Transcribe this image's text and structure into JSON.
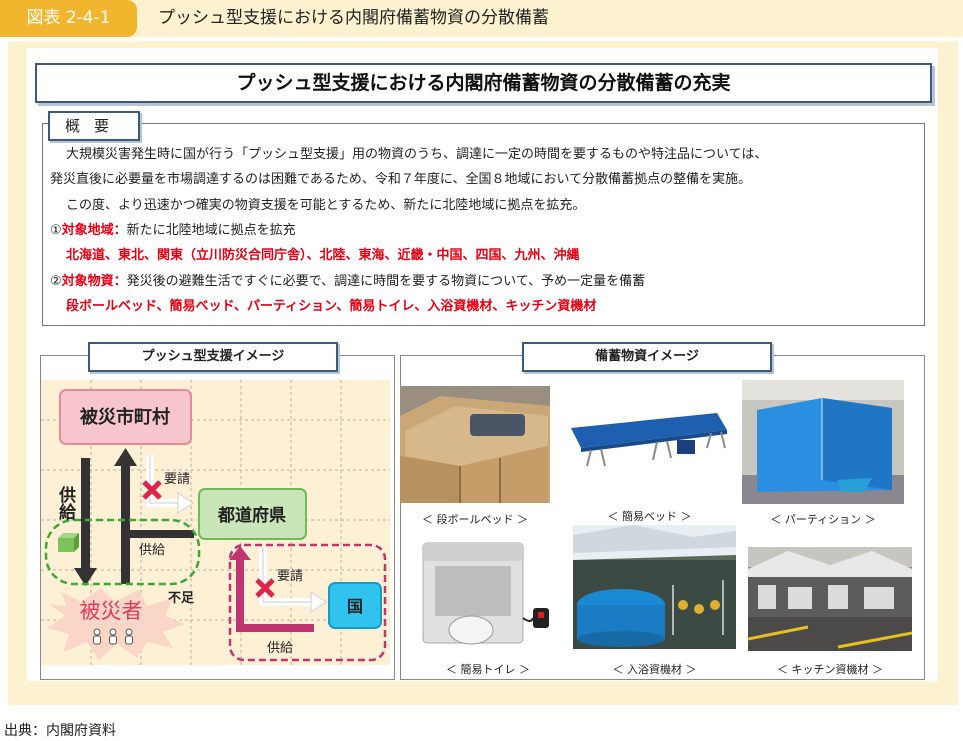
{
  "figure": {
    "label": "図表 2-4-1",
    "title": "プッシュ型支援における内閣府備蓄物資の分散備蓄"
  },
  "main_title": "プッシュ型支援における内閣府備蓄物資の分散備蓄の充実",
  "summary": {
    "tab": "概要",
    "line1": "大規模災害発生時に国が行う「プッシュ型支援」用の物資のうち、調達に一定の時間を要するものや特注品については、",
    "line2": "発災直後に必要量を市場調達するのは困難であるため、令和７年度に、全国８地域において分散備蓄拠点の整備を実施。",
    "line3": "この度、より迅速かつ確実の物資支援を可能とするため、新たに北陸地域に拠点を拡充。",
    "item1_num": "①",
    "item1_head": "対象地域：",
    "item1_text": "新たに北陸地域に拠点を拡充",
    "item1_red": "北海道、東北、関東（立川防災合同庁舎）、北陸、東海、近畿・中国、四国、九州、沖縄",
    "item2_num": "②",
    "item2_head": "対象物資：",
    "item2_text": "発災後の避難生活ですぐに必要で、調達に時間を要する物資について、予め一定量を備蓄",
    "item2_red": "段ボールベッド、簡易ベッド、パーティション、簡易トイレ、入浴資機材、キッチン資機材"
  },
  "push_image": {
    "tab": "プッシュ型支援イメージ",
    "municipality": "被災市町村",
    "prefecture": "都道府県",
    "nation": "国",
    "victims": "被災者",
    "supply_vertical": "供給",
    "supply1": "供給",
    "supply2": "供給",
    "request1": "要請",
    "request2": "要請",
    "shortage": "不足"
  },
  "supplies_image": {
    "tab": "備蓄物資イメージ",
    "items": [
      {
        "label": "＜ 段ボールベッド ＞"
      },
      {
        "label": "＜ 簡易ベッド ＞"
      },
      {
        "label": "＜ パーティション ＞"
      },
      {
        "label": "＜ 簡易トイレ ＞"
      },
      {
        "label": "＜ 入浴資機材 ＞"
      },
      {
        "label": "＜ キッチン資機材 ＞"
      }
    ]
  },
  "source": "出典：内閣府資料",
  "colors": {
    "accent": "#f2b62e",
    "panel": "#fdf2d0",
    "navy": "#3b5a80",
    "red_text": "#e60012",
    "green_dash": "#3aa935",
    "magenta_dash": "#c0346f"
  }
}
